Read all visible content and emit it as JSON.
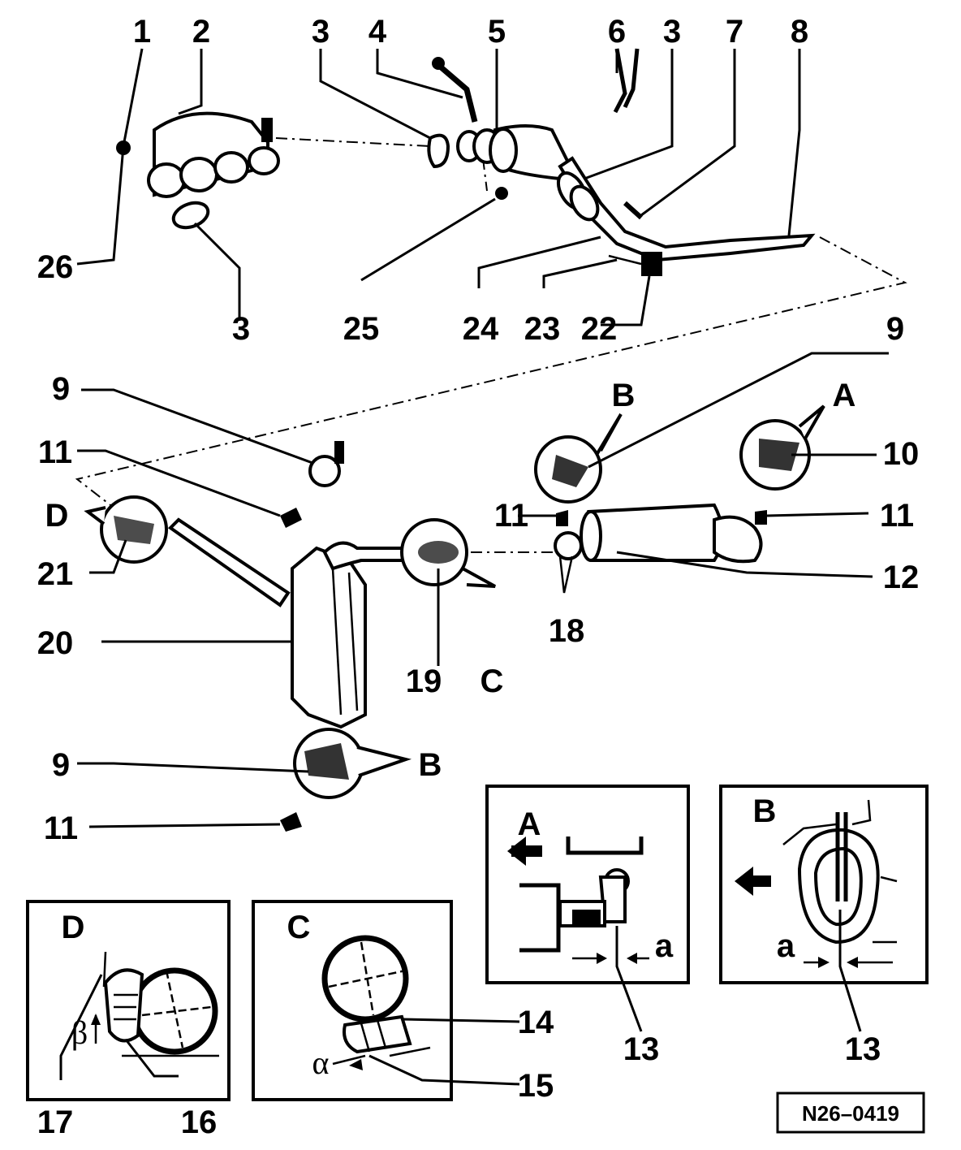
{
  "labels": {
    "l1": "1",
    "l2": "2",
    "l3a": "3",
    "l4": "4",
    "l5": "5",
    "l6": "6",
    "l3b": "3",
    "l7": "7",
    "l8": "8",
    "l26": "26",
    "l3c": "3",
    "l25": "25",
    "l24": "24",
    "l23": "23",
    "l22": "22",
    "l9a": "9",
    "l9b": "9",
    "lB1": "B",
    "lA1": "A",
    "l10": "10",
    "l11a": "11",
    "lD1": "D",
    "l11b": "11",
    "l11c": "11",
    "l21": "21",
    "l12": "12",
    "l20": "20",
    "l18": "18",
    "l19": "19",
    "lC1": "C",
    "l9c": "9",
    "lB2": "B",
    "l11d": "11",
    "l13a": "13",
    "l13b": "13",
    "l14": "14",
    "l15": "15",
    "l16": "16",
    "l17": "17",
    "alpha": "α",
    "beta": "β",
    "aA": "a",
    "aB": "a"
  },
  "insets": {
    "a": {
      "title": "A"
    },
    "b": {
      "title": "B"
    },
    "c": {
      "title": "C"
    },
    "d": {
      "title": "D"
    }
  },
  "part_number": "N26–0419"
}
